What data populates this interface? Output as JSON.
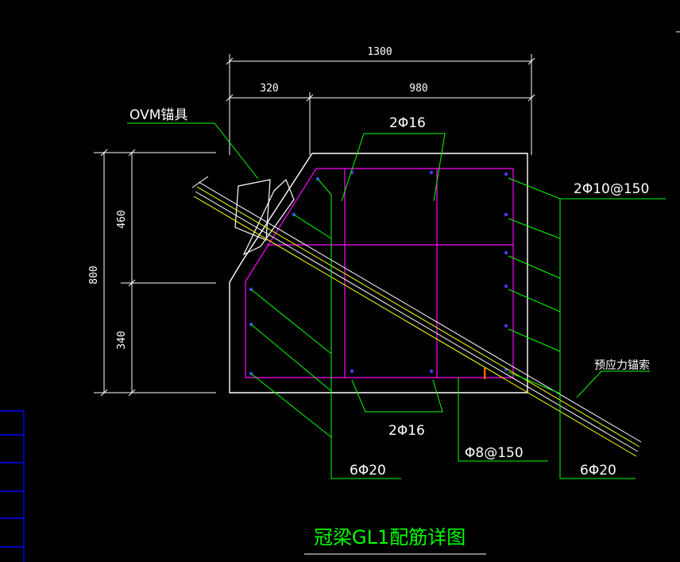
{
  "drawing": {
    "title": "冠梁GL1配筋详图",
    "colors": {
      "background": "#000000",
      "dimension": "#ffffff",
      "outline": "#ffffff",
      "stirrup": "#ff00ff",
      "rebar_dot": "#4040ff",
      "leader": "#00ff00",
      "anchor_cable": "#ffff00",
      "title": "#00ff00",
      "accent": "#ff6600",
      "side_table": "#0000ff"
    },
    "dimensions": {
      "top_total": "1300",
      "top_left": "320",
      "top_right": "980",
      "left_total": "800",
      "left_upper": "460",
      "left_lower": "340"
    },
    "labels": {
      "ovm": "OVM锚具",
      "top_bars": "2Φ16",
      "side_bars_spacing": "2Φ10@150",
      "cable": "预应力锚索",
      "bottom_bars": "2Φ16",
      "stirrup": "Φ8@150",
      "left_bars": "6Φ20",
      "right_bars": "6Φ20"
    }
  }
}
